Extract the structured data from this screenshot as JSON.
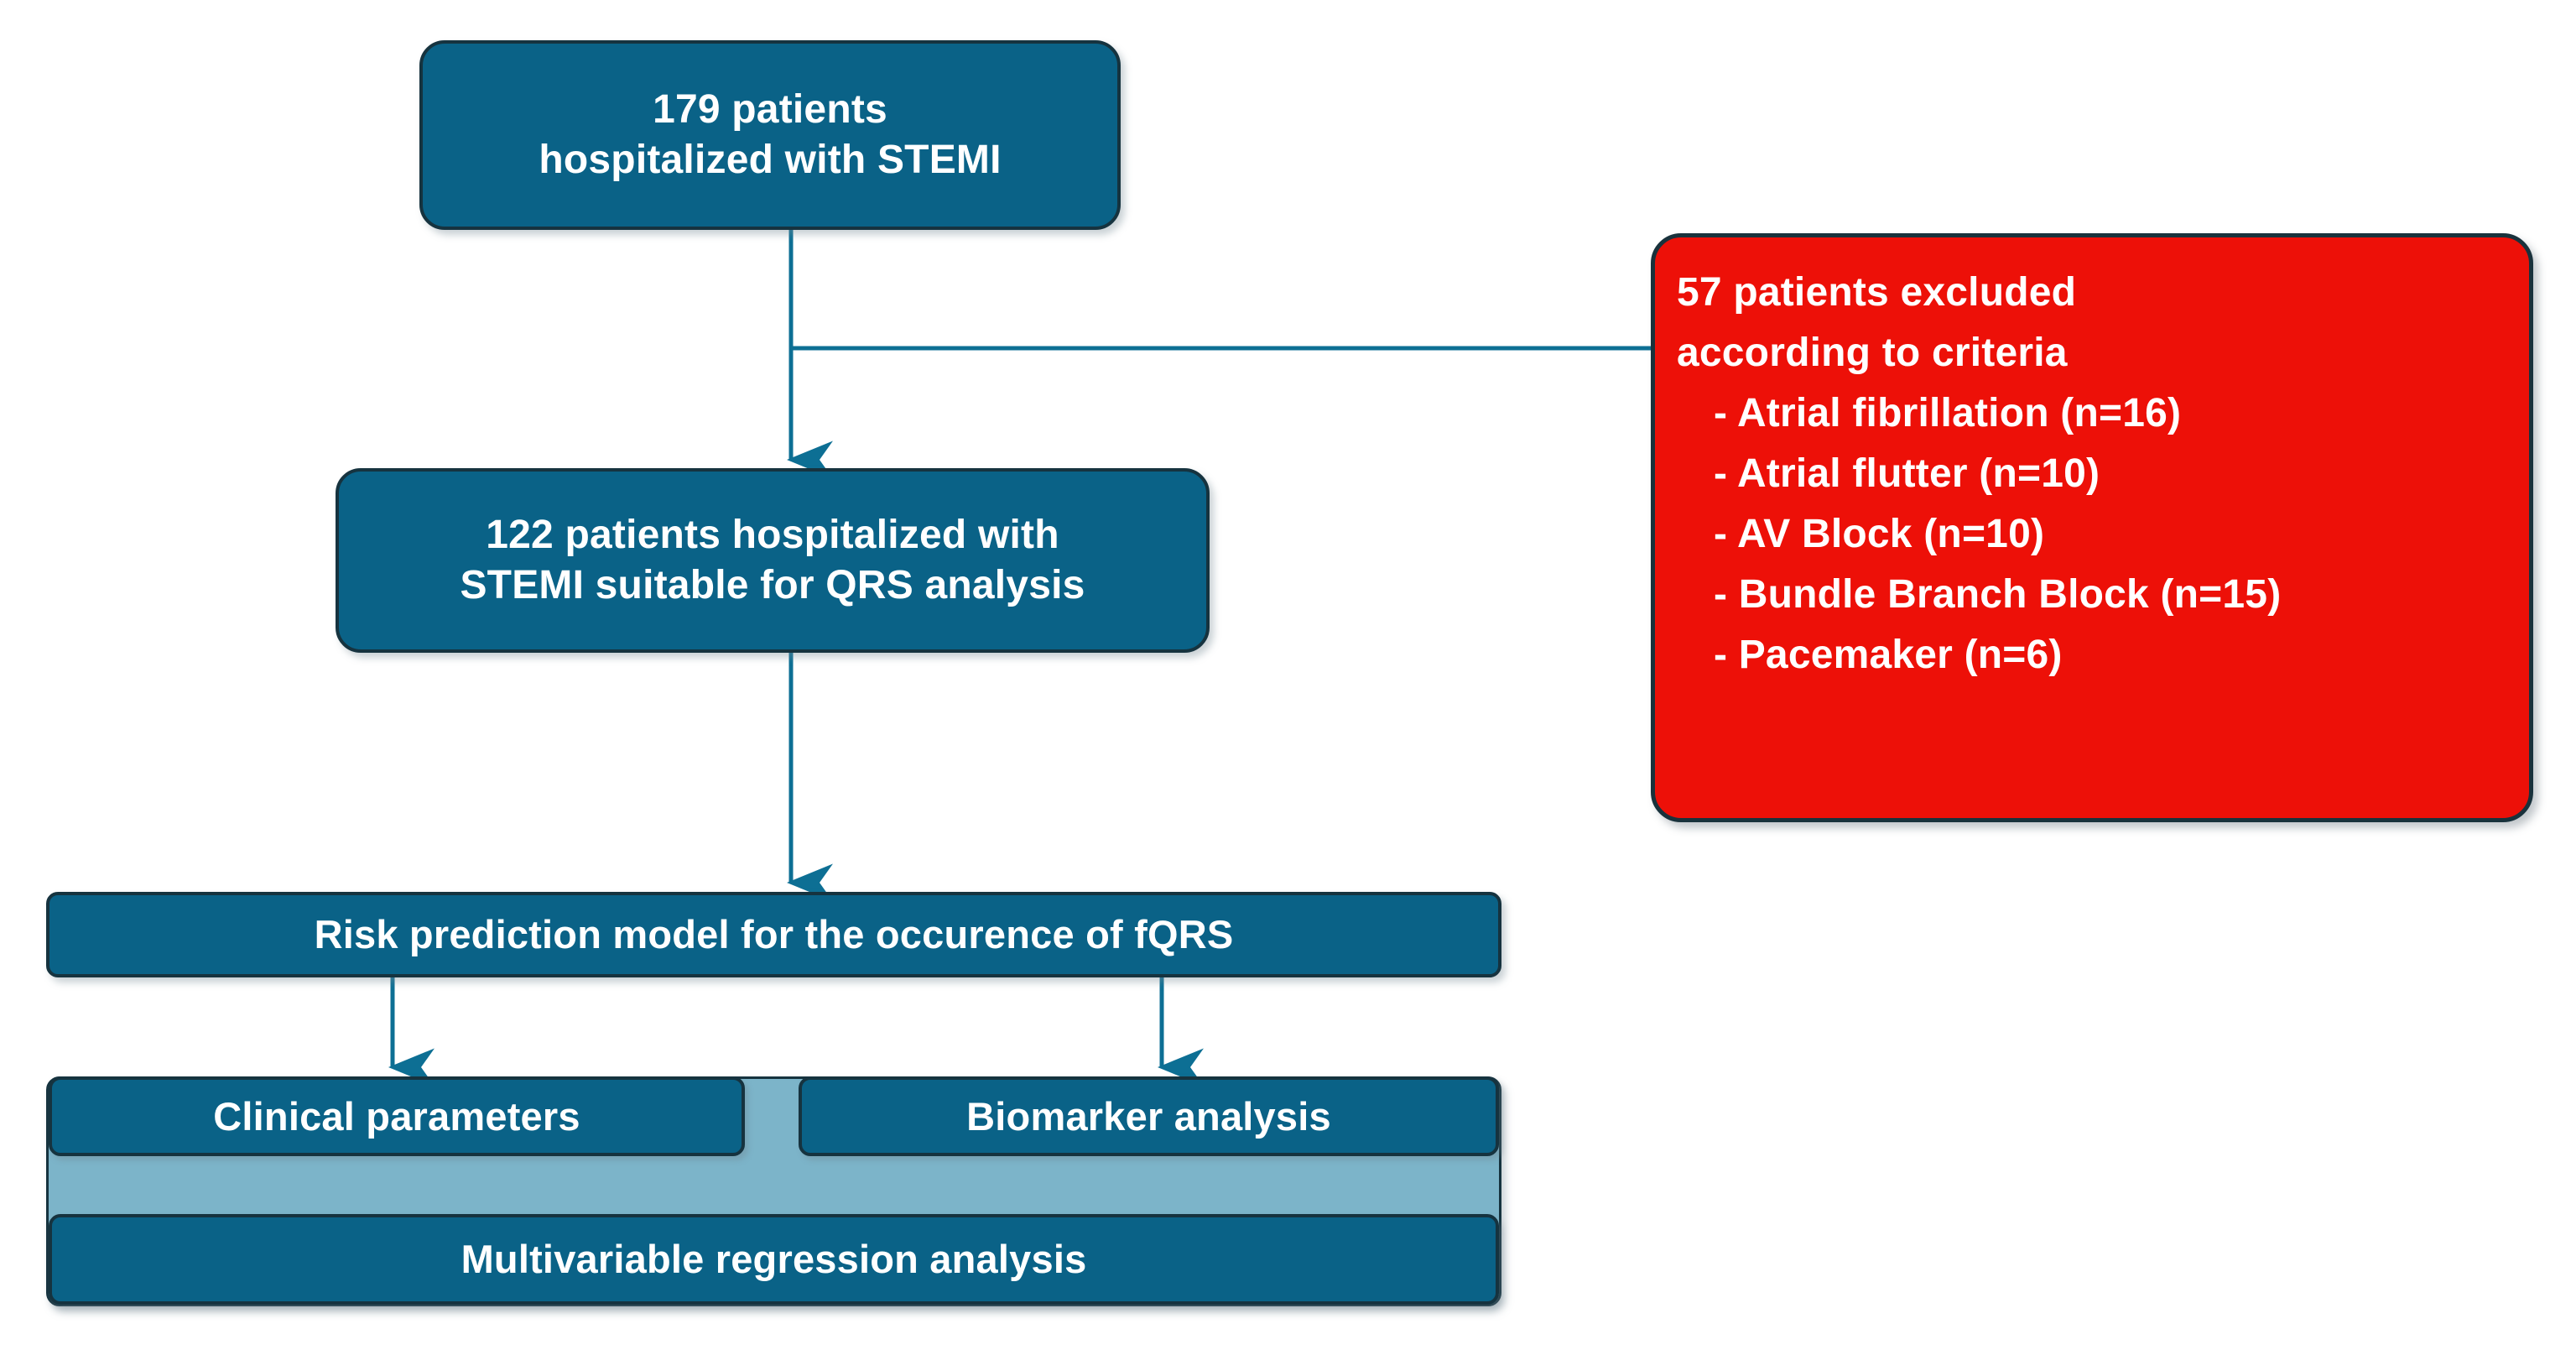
{
  "diagram": {
    "title": "STEMI fQRS study flow diagram",
    "colors": {
      "node_fill": "#0a6287",
      "node_border": "#16333f",
      "excluded_fill": "#ed1008",
      "panel_fill": "#7cb4c9",
      "connector": "#0d6f94",
      "text": "#ffffff",
      "background": "#ffffff"
    },
    "nodes": {
      "enrolled": {
        "line1": "179 patients",
        "line2": "hospitalized with STEMI"
      },
      "suitable": {
        "line1": "122 patients hospitalized with",
        "line2": "STEMI suitable for QRS analysis"
      },
      "excluded": {
        "line1": "57 patients excluded",
        "line2": "according to criteria",
        "criteria": [
          "- Atrial fibrillation (n=16)",
          "- Atrial flutter (n=10)",
          "- AV Block (n=10)",
          "- Bundle Branch Block (n=15)",
          "- Pacemaker (n=6)"
        ]
      },
      "risk_model": {
        "label": "Risk prediction model for the occurence of fQRS"
      },
      "clinical": {
        "label": "Clinical parameters"
      },
      "biomarker": {
        "label": "Biomarker analysis"
      },
      "multivariable": {
        "label": "Multivariable regression analysis"
      }
    }
  }
}
